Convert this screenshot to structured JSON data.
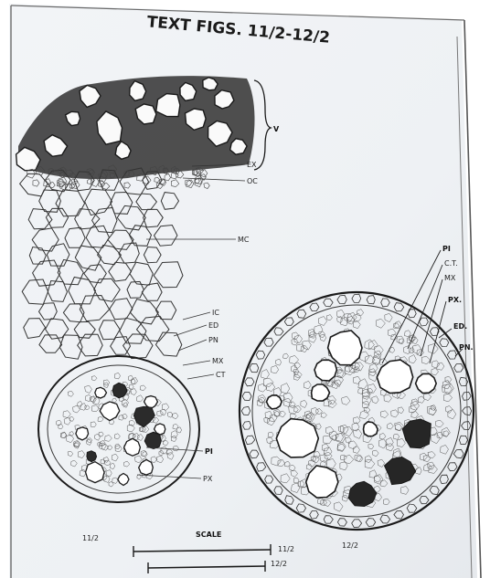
{
  "title": "TEXT FIGS. 11/2-12/2",
  "colors": {
    "paper": "#eef1f4",
    "ink": "#1a1a1a",
    "background": "#ffffff"
  },
  "fig_left": {
    "number": "11/2",
    "labels": {
      "v": "V",
      "ex": "EX",
      "oc": "OC",
      "mc": "MC",
      "ic": "IC",
      "ed": "ED",
      "pn": "PN",
      "mx": "MX",
      "ct": "CT",
      "pi": "PI",
      "px": "PX"
    }
  },
  "fig_right": {
    "number": "12/2",
    "labels": {
      "pi": "PI",
      "ct": "C.T.",
      "mx": "MX",
      "px": "PX.",
      "ed": "ED.",
      "pn": "PN."
    }
  },
  "scale": {
    "label": "SCALE",
    "bar1_label": "11/2",
    "bar2_label": "12/2"
  }
}
